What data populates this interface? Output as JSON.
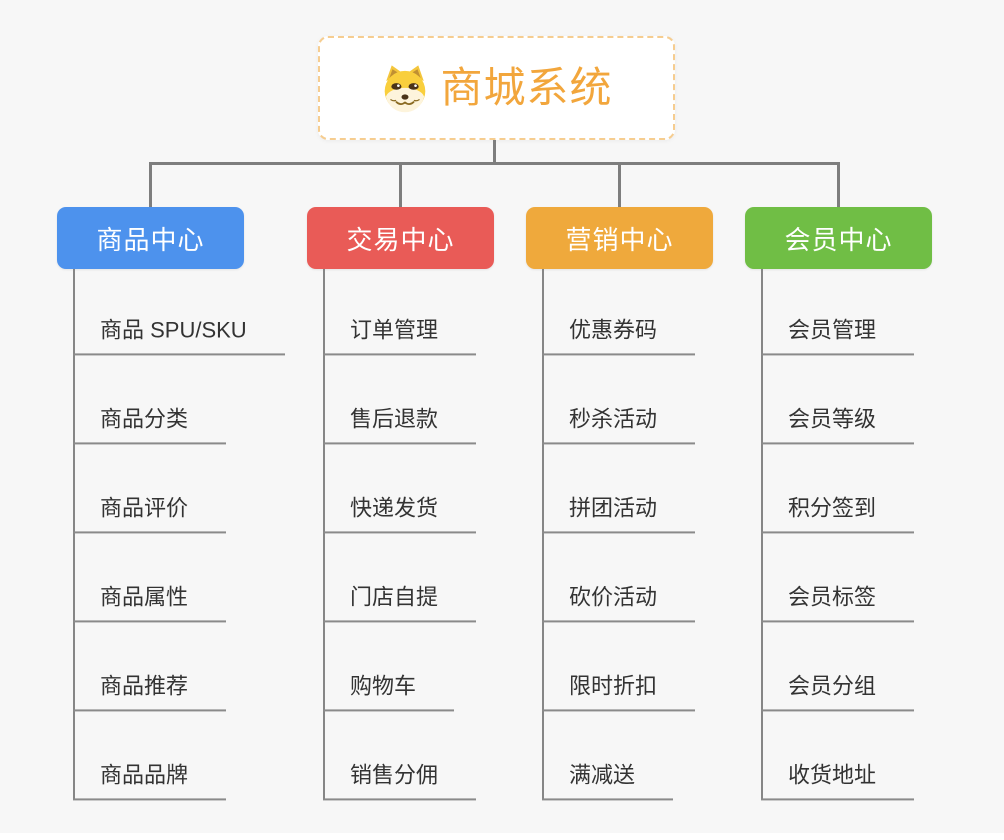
{
  "app": {
    "background_color": "#f7f7f7",
    "connector_color": "#7e7e7e",
    "leaf_text_color": "#333333"
  },
  "root": {
    "title": "商城系统",
    "icon": "doge-icon",
    "title_color": "#f2a63c",
    "border_color": "#f6cd90"
  },
  "branches": [
    {
      "label": "商品中心",
      "color": "#4d92ed",
      "children": [
        "商品 SPU/SKU",
        "商品分类",
        "商品评价",
        "商品属性",
        "商品推荐",
        "商品品牌"
      ]
    },
    {
      "label": "交易中心",
      "color": "#e95b57",
      "children": [
        "订单管理",
        "售后退款",
        "快递发货",
        "门店自提",
        "购物车",
        "销售分佣"
      ]
    },
    {
      "label": "营销中心",
      "color": "#efa93c",
      "children": [
        "优惠券码",
        "秒杀活动",
        "拼团活动",
        "砍价活动",
        "限时折扣",
        "满减送"
      ]
    },
    {
      "label": "会员中心",
      "color": "#70be45",
      "children": [
        "会员管理",
        "会员等级",
        "积分签到",
        "会员标签",
        "会员分组",
        "收货地址"
      ]
    }
  ]
}
